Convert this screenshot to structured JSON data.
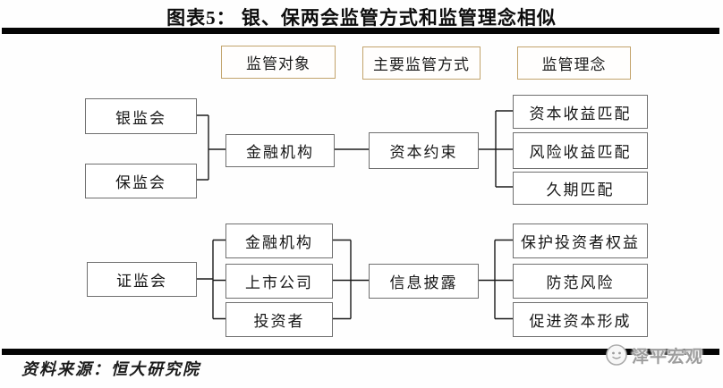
{
  "title": "图表5： 银、保两会监管方式和监管理念相似",
  "headers": {
    "object": "监管对象",
    "method": "主要监管方式",
    "concept": "监管理念"
  },
  "top_flow": {
    "regulators": [
      "银监会",
      "保监会"
    ],
    "target": "金融机构",
    "method": "资本约束",
    "concepts": [
      "资本收益匹配",
      "风险收益匹配",
      "久期匹配"
    ]
  },
  "bottom_flow": {
    "regulator": "证监会",
    "targets": [
      "金融机构",
      "上市公司",
      "投资者"
    ],
    "method": "信息披露",
    "concepts": [
      "保护投资者权益",
      "防范风险",
      "促进资本形成"
    ]
  },
  "footer": {
    "source": "资料来源：恒大研究院",
    "watermark": "泽平宏观"
  },
  "colors": {
    "header_border": "#c2a36b",
    "box_border": "#6f6f6f",
    "connector": "#1b1b1b",
    "rule": "#050505",
    "watermark_gray": "#9d9d9d"
  }
}
